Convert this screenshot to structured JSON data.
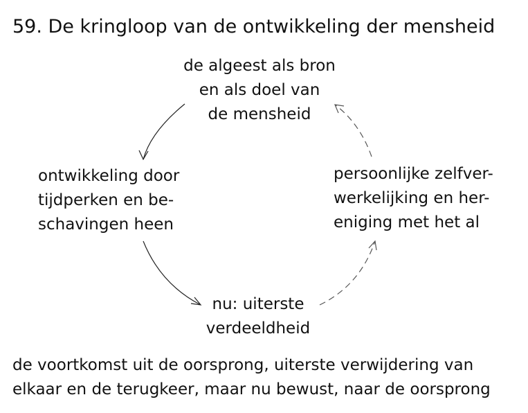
{
  "title": "59. De kringloop van de ontwikkeling der mensheid",
  "nodes": {
    "top": [
      "de algeest als bron",
      "en als doel van",
      "de mensheid"
    ],
    "left": [
      "ontwikkeling door",
      "tijdperken en be-",
      "schavingen heen"
    ],
    "bottom": [
      "nu: uiterste",
      "verdeeldheid"
    ],
    "right": [
      "persoonlijke zelfver-",
      "werkelijking en her-",
      "eniging met het al"
    ]
  },
  "caption": [
    "de voortkomst uit de oorsprong, uiterste verwijdering van",
    "elkaar en de terugkeer, maar nu bewust, naar de oorsprong"
  ],
  "arrows": [
    {
      "from": "top",
      "to": "left",
      "style": "solid"
    },
    {
      "from": "left",
      "to": "bottom",
      "style": "solid"
    },
    {
      "from": "bottom",
      "to": "right",
      "style": "dashed"
    },
    {
      "from": "right",
      "to": "top",
      "style": "dashed"
    }
  ]
}
